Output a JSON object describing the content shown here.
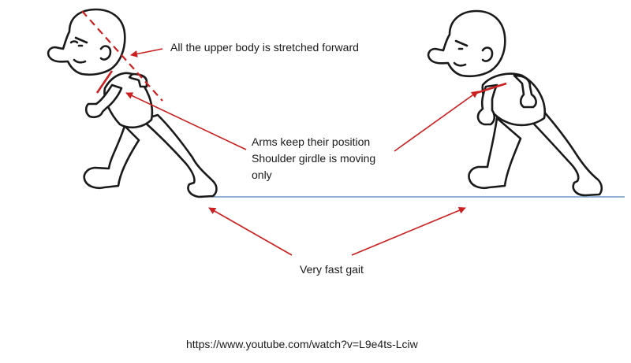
{
  "annotations": {
    "upper_body": "All the upper body is stretched forward",
    "arms_line1": "Arms keep their position",
    "arms_line2": "Shoulder girdle is moving",
    "arms_line3": "only",
    "gait": "Very fast gait"
  },
  "source_url": "https://www.youtube.com/watch?v=L9e4ts-Lciw",
  "colors": {
    "arrow": "#cc1f1f",
    "ground": "#4a7fb5",
    "ink": "#1a1a1a"
  }
}
